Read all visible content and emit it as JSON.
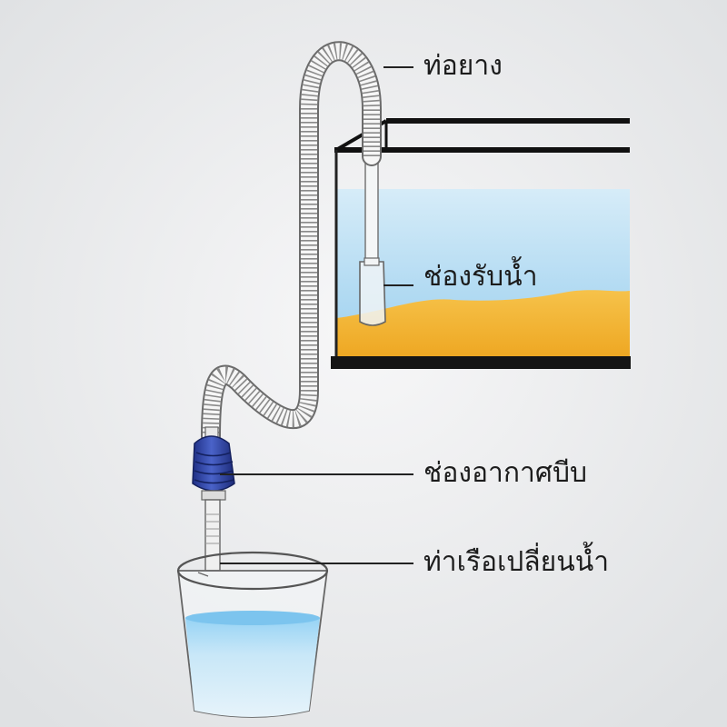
{
  "labels": {
    "hose": "ท่อยาง",
    "intake": "ช่องรับน้ำ",
    "bulb": "ช่องอากาศบีบ",
    "outlet": "ท่าเรือเปลี่ยนน้ำ"
  },
  "colors": {
    "background": "#eeeff0",
    "water": "#bfe0f2",
    "gravel": "#f2b832",
    "bulb": "#2a3f9a",
    "bucket_water": "#7ec5ee",
    "tank_frame": "#111111"
  }
}
